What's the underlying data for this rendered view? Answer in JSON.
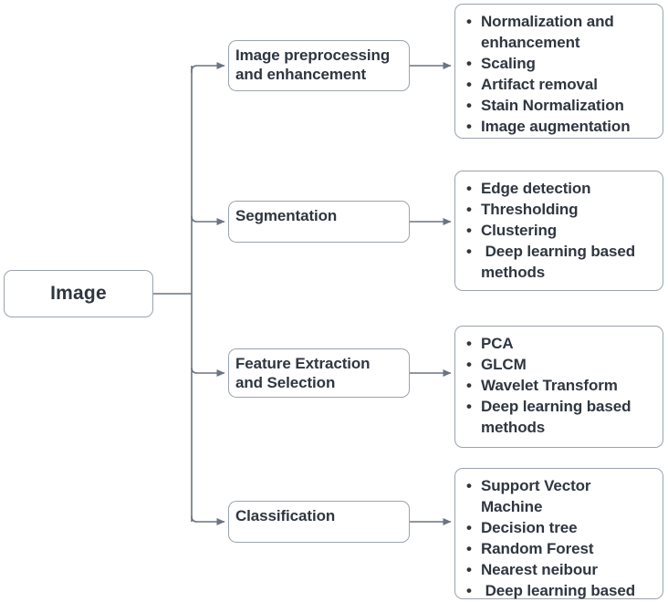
{
  "diagram": {
    "type": "flowchart",
    "orientation": "left-to-right",
    "colors": {
      "background": "#ffffff",
      "node_fill": "#ffffff",
      "node_border": "#9aa3ad",
      "text": "#2f3640",
      "connector": "#6b7480"
    },
    "root": {
      "label": "Image"
    },
    "branches": [
      {
        "stage": "Image preprocessing\nand enhancement",
        "items": [
          "Normalization and enhancement",
          "Scaling",
          "Artifact removal",
          "Stain Normalization",
          "Image augmentation"
        ]
      },
      {
        "stage": "Segmentation",
        "items": [
          "Edge detection",
          "Thresholding",
          "Clustering",
          " Deep learning based methods"
        ]
      },
      {
        "stage": "Feature Extraction\nand Selection",
        "items": [
          "PCA",
          "GLCM",
          "Wavelet Transform",
          "Deep learning based methods"
        ]
      },
      {
        "stage": "Classification",
        "items": [
          "Support Vector Machine",
          "Decision tree",
          "Random Forest",
          "Nearest neibour",
          " Deep learning based"
        ]
      }
    ]
  }
}
